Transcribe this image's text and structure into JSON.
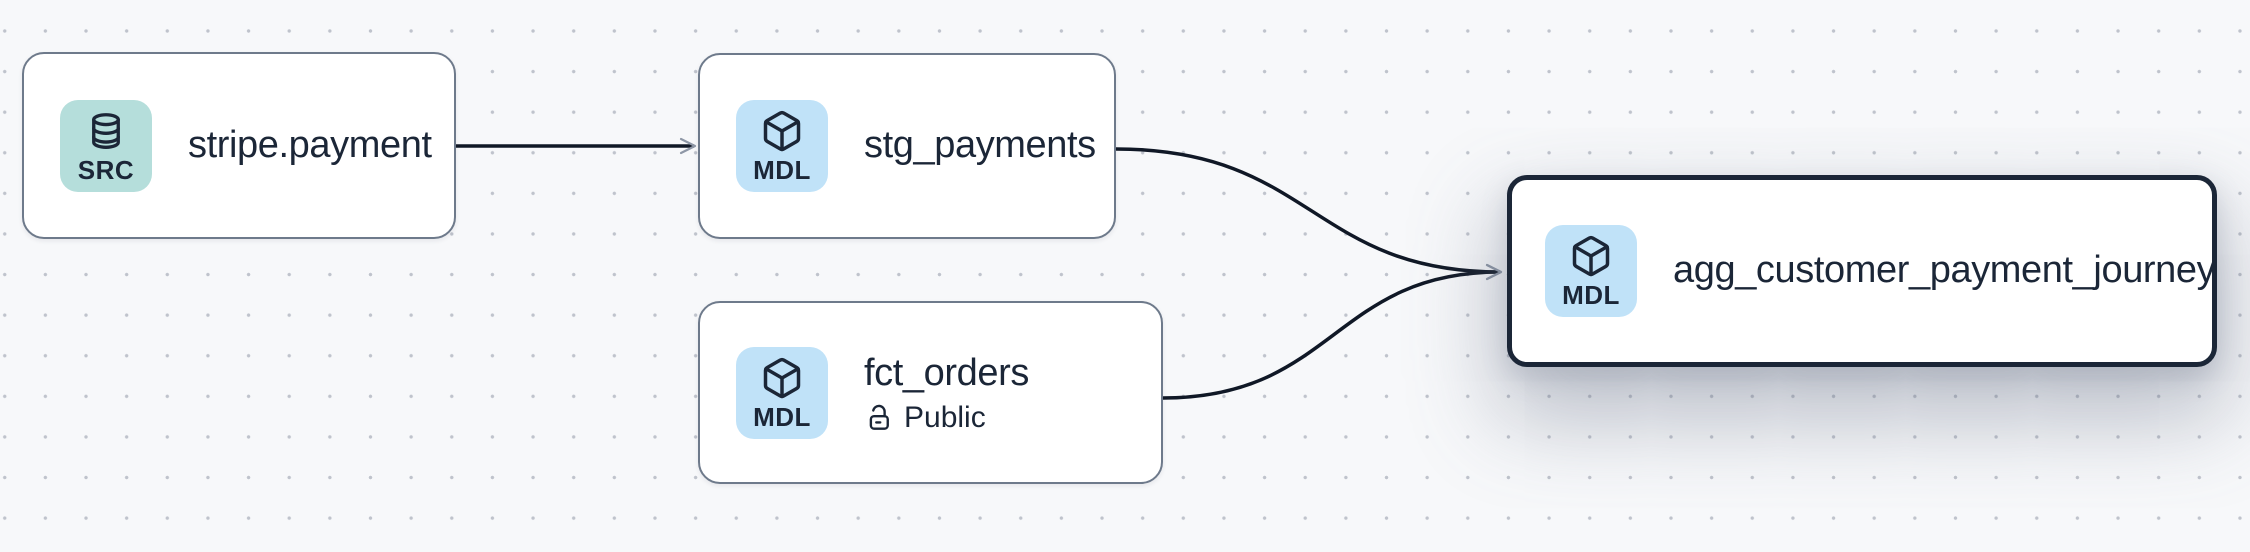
{
  "diagram": {
    "type": "lineage-graph",
    "nodes": [
      {
        "id": "stripe.payment",
        "label": "stripe.payment",
        "type_badge": "SRC",
        "icon": "database",
        "badge_color": "#b5dedb",
        "selected": false
      },
      {
        "id": "stg_payments",
        "label": "stg_payments",
        "type_badge": "MDL",
        "icon": "cube",
        "badge_color": "#c0e2f8",
        "selected": false
      },
      {
        "id": "fct_orders",
        "label": "fct_orders",
        "type_badge": "MDL",
        "icon": "cube",
        "badge_color": "#c0e2f8",
        "access_label": "Public",
        "access_icon": "unlock",
        "selected": false
      },
      {
        "id": "agg_customer_payment_journey",
        "label": "agg_customer_payment_journey",
        "type_badge": "MDL",
        "icon": "cube",
        "badge_color": "#c0e2f8",
        "selected": true
      }
    ],
    "edges": [
      {
        "from": "stripe.payment",
        "to": "stg_payments"
      },
      {
        "from": "stg_payments",
        "to": "agg_customer_payment_journey"
      },
      {
        "from": "fct_orders",
        "to": "agg_customer_payment_journey"
      }
    ],
    "colors": {
      "canvas_bg": "#f7f8fa",
      "grid_dot": "#bfc3cc",
      "node_bg": "#ffffff",
      "node_border": "#6e7a8b",
      "selected_node_border": "#1b2637",
      "edge_stroke": "#101826",
      "arrowhead": "#8e97a6",
      "text": "#1b2637",
      "source_badge_bg": "#b5dedb",
      "model_badge_bg": "#c0e2f8"
    }
  }
}
